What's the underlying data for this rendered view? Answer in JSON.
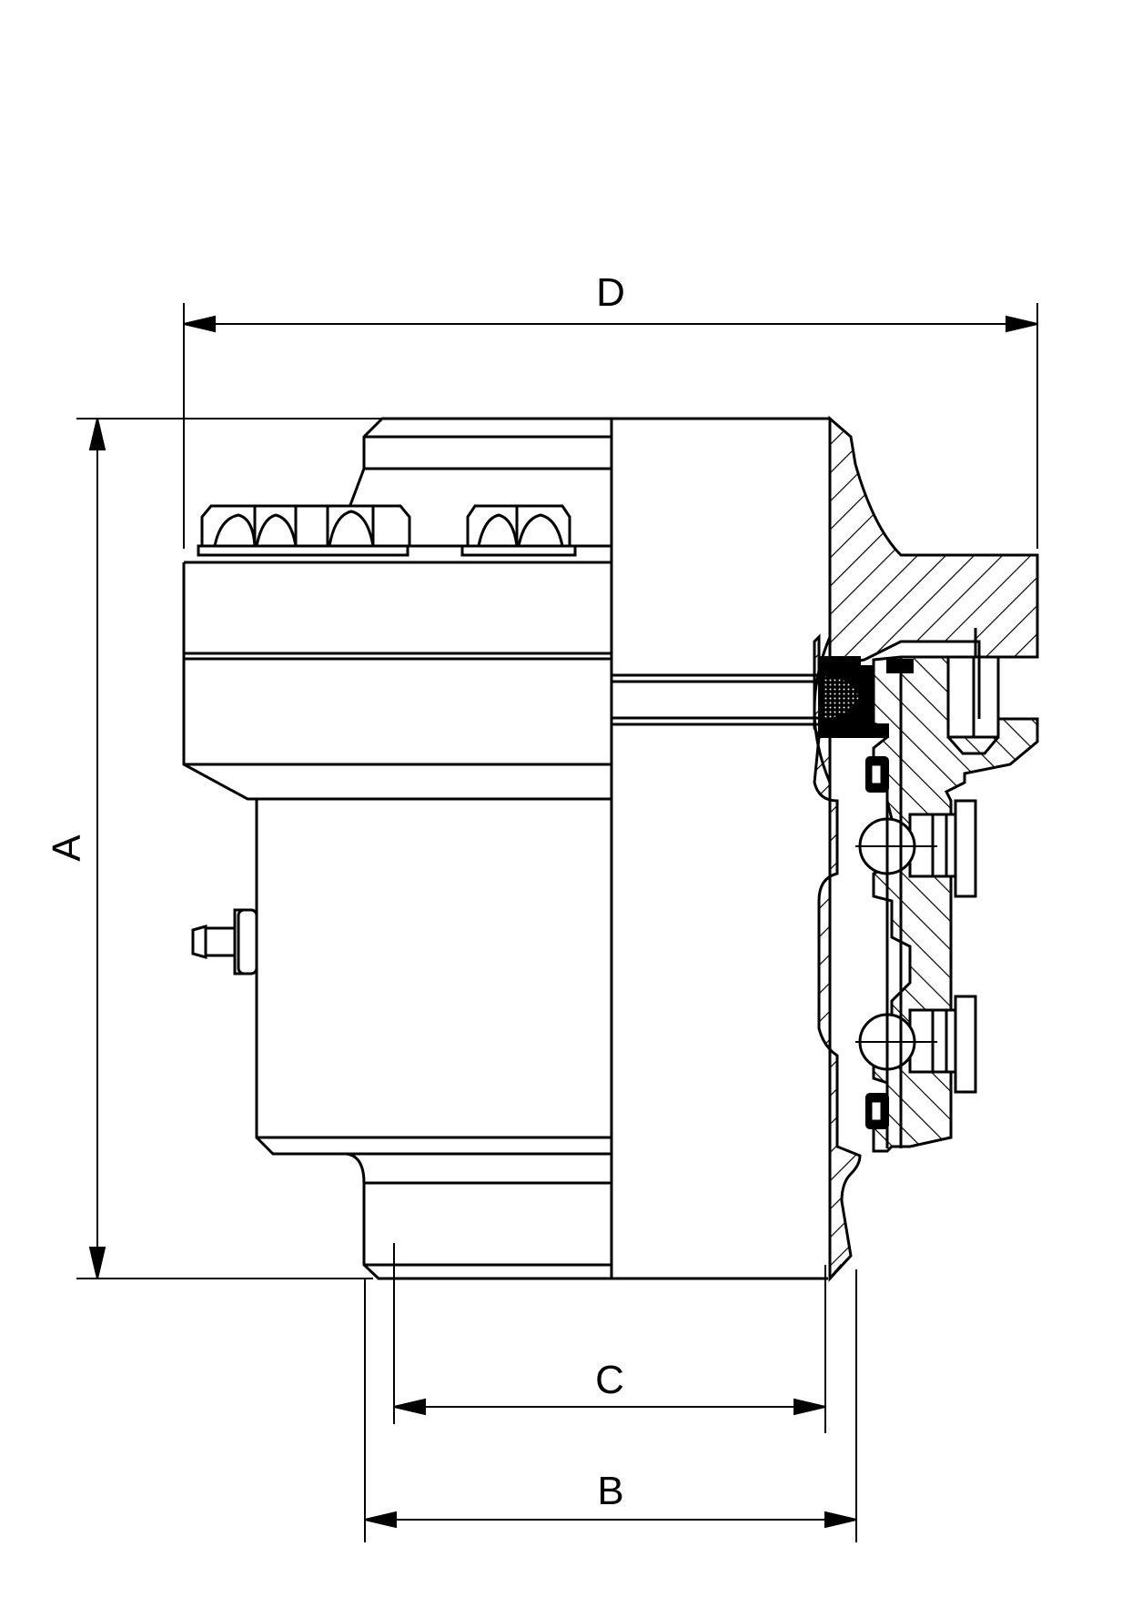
{
  "dimensions": {
    "A": "A",
    "B": "B",
    "C": "C",
    "D": "D"
  },
  "colors": {
    "line": "#000000",
    "background": "#ffffff"
  }
}
